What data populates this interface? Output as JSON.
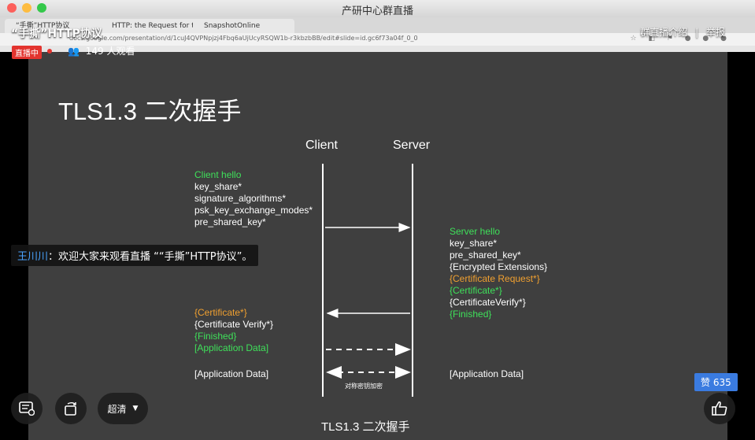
{
  "window": {
    "title": "产研中心群直播"
  },
  "browser": {
    "tabs": [
      {
        "label": "“手撕”HTTP协议"
      },
      {
        "label": "HTTP: the Request for technic"
      },
      {
        "label": "SnapshotOnline"
      }
    ],
    "url": "docs.google.com/presentation/d/1cuJ4QVPNpjzj4Fbq6aUjUcyRSQW1b-r3kbzbBB/edit#slide=id.gc6f73a04f_0_0"
  },
  "overlay": {
    "stream_title": "“手撕”HTTP协议",
    "group_intro": "群直播介绍",
    "separator": "|",
    "report": "举报",
    "live_badge": "直播中",
    "viewers": "149 人观看",
    "chat": {
      "name": "王川川",
      "message": "：欢迎大家来观看直播 ““手撕”HTTP协议”。"
    },
    "quality_label": "超清",
    "likes": "赞 635"
  },
  "slide": {
    "title": "TLS1.3 二次握手",
    "client_header": "Client",
    "server_header": "Server",
    "client_hello": [
      "Client hello",
      "key_share*",
      "signature_algorithms*",
      "psk_key_exchange_modes*",
      "pre_shared_key*"
    ],
    "server_hello": [
      "Server hello",
      "key_share*",
      "pre_shared_key*",
      "{Encrypted Extensions}",
      "{Certificate Request*}",
      "{Certificate*}",
      "{CertificateVerify*}",
      "{Finished}"
    ],
    "client_finish": [
      "{Certificate*}",
      "{Certificate Verify*}",
      "{Finished}",
      "[Application Data]"
    ],
    "app_data_left": "[Application Data]",
    "app_data_right": "[Application Data]",
    "encrypted_label": "对称密钥加密",
    "caption": "TLS1.3 二次握手"
  },
  "colors": {
    "green": "#3fe05a",
    "orange": "#f0a030",
    "slide_bg": "#3f3f3f",
    "live_red": "#e3342f",
    "like_blue": "#3a7be0"
  },
  "icons": [
    "checklist-icon",
    "rotate-icon",
    "chevron-down-icon",
    "thumbs-up-icon",
    "viewers-icon"
  ]
}
